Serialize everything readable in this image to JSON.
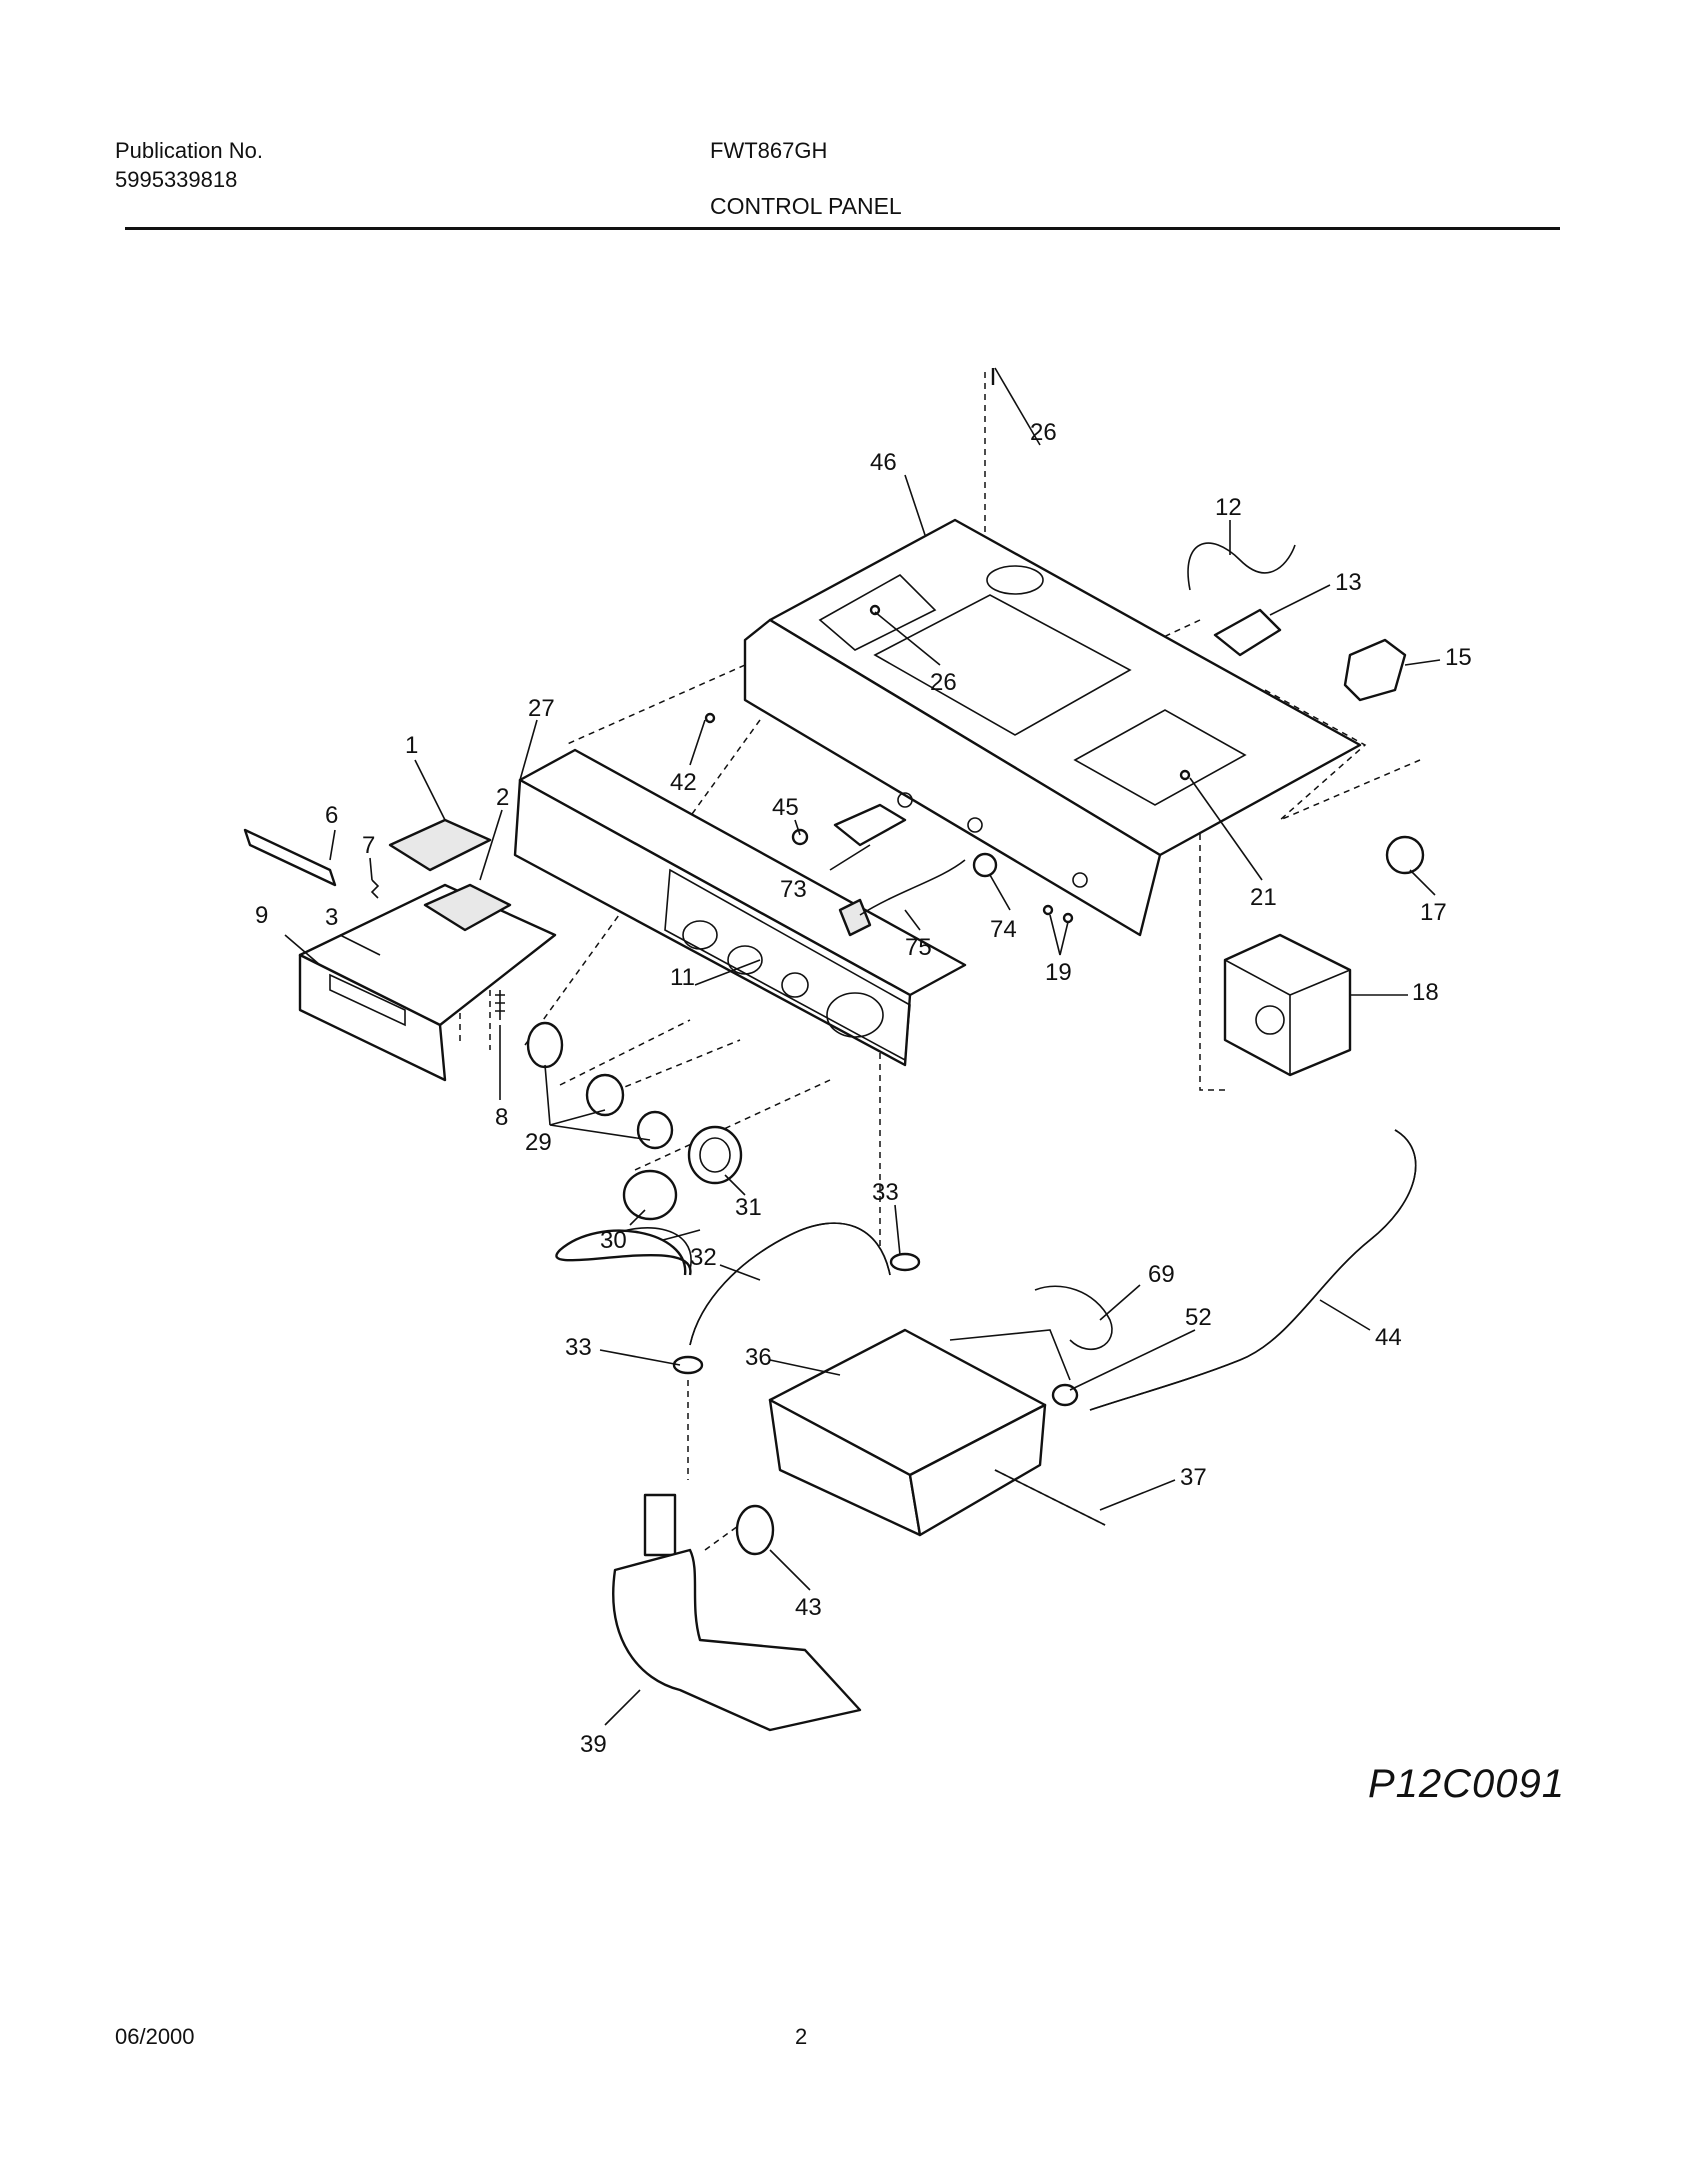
{
  "header": {
    "publication_label": "Publication No.",
    "publication_number": "5995339818",
    "model": "FWT867GH",
    "section_title": "CONTROL PANEL"
  },
  "diagram": {
    "drawing_id": "P12C0091",
    "callouts": [
      "26",
      "46",
      "12",
      "13",
      "15",
      "26",
      "42",
      "27",
      "1",
      "2",
      "6",
      "7",
      "9",
      "3",
      "45",
      "73",
      "74",
      "75",
      "19",
      "21",
      "17",
      "18",
      "11",
      "8",
      "29",
      "31",
      "30",
      "33",
      "32",
      "69",
      "52",
      "44",
      "33",
      "36",
      "37",
      "43",
      "39"
    ]
  },
  "footer": {
    "date": "06/2000",
    "page": "2"
  }
}
